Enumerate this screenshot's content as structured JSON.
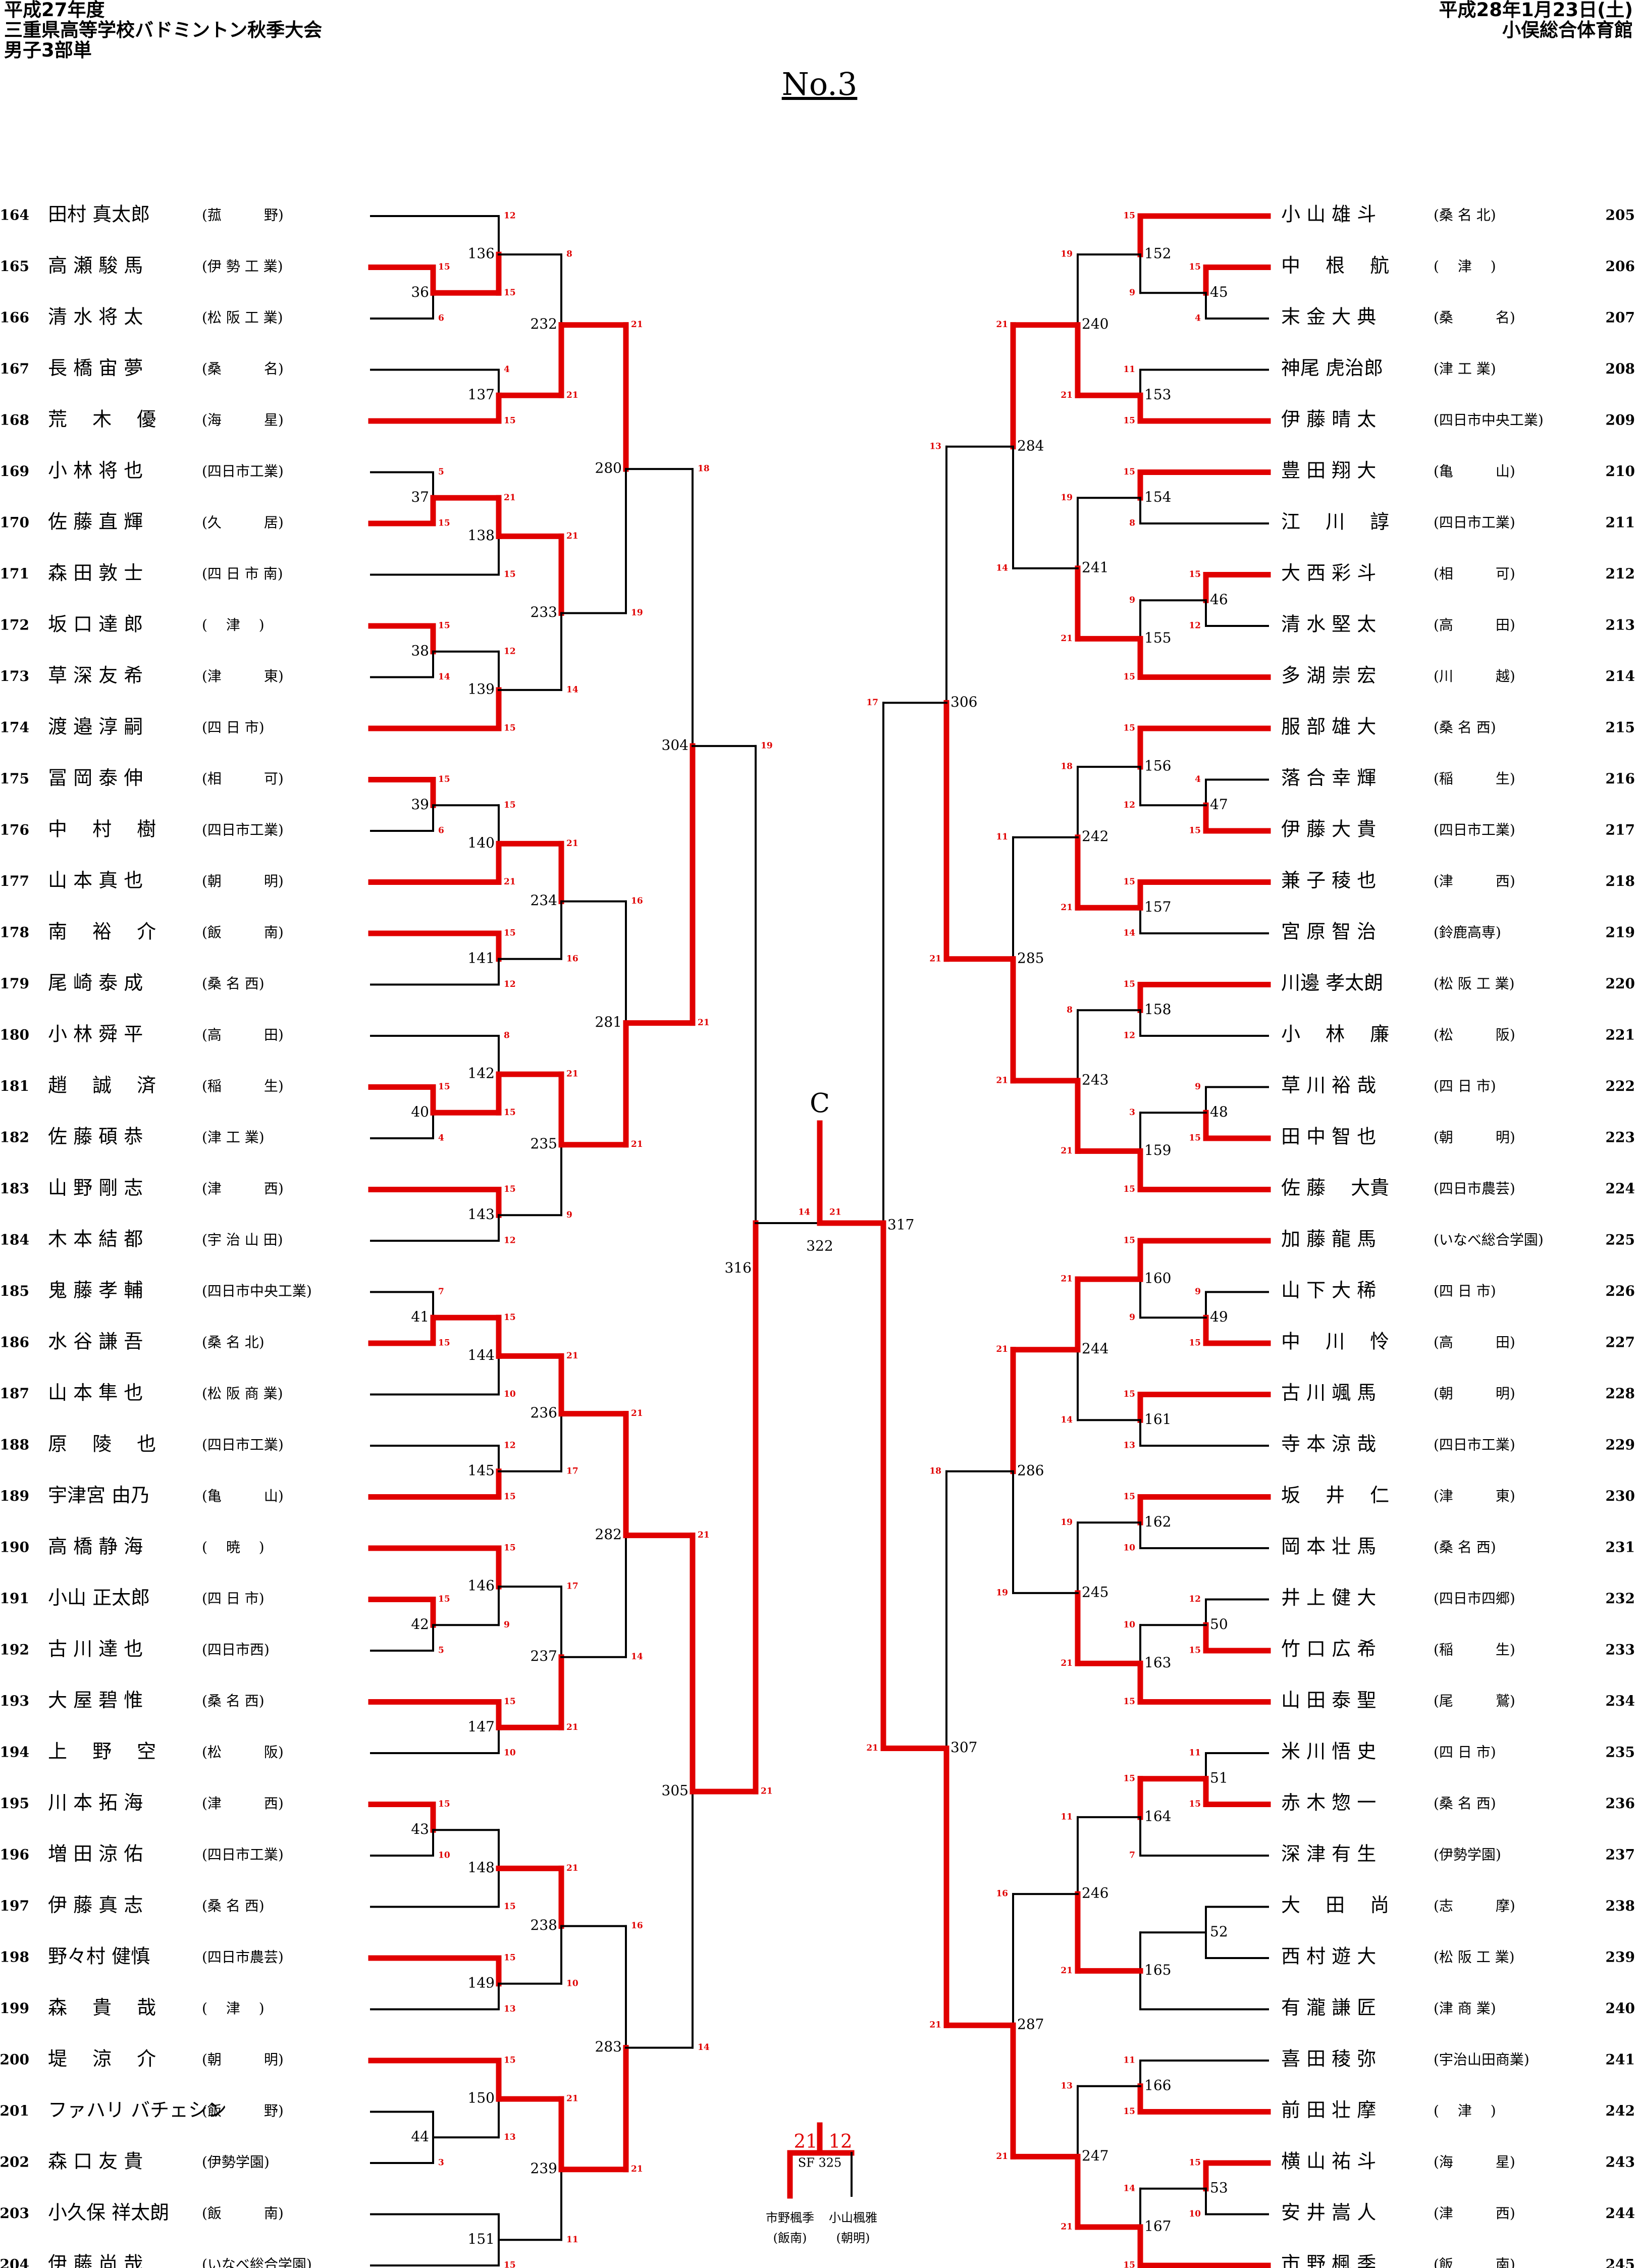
{
  "header": {
    "left": [
      "平成27年度",
      "三重県高等学校バドミントン秋季大会",
      "男子3部単"
    ],
    "right": [
      "平成28年1月23日(土)",
      "小俣総合体育館"
    ]
  },
  "title": "No.3",
  "colors": {
    "win": "#e00000",
    "line": "#000000"
  },
  "left_players": [
    [
      "164",
      "田村 真太郎",
      "菰　　　野"
    ],
    [
      "165",
      "高 瀬 駿 馬",
      "伊 勢 工 業"
    ],
    [
      "166",
      "清 水 将 太",
      "松 阪 工 業"
    ],
    [
      "167",
      "長 橋 宙 夢",
      "桑　　　名"
    ],
    [
      "168",
      "荒　 木　 優",
      "海　　　星"
    ],
    [
      "169",
      "小 林 将 也",
      "四日市工業"
    ],
    [
      "170",
      "佐 藤 直 輝",
      "久　　　居"
    ],
    [
      "171",
      "森 田 敦 士",
      "四 日 市 南"
    ],
    [
      "172",
      "坂 口 達 郎",
      "　 津 　"
    ],
    [
      "173",
      "草 深 友 希",
      "津　　　東"
    ],
    [
      "174",
      "渡 邉 淳 嗣",
      "四 日 市"
    ],
    [
      "175",
      "冨 岡 泰 伸",
      "相　　　可"
    ],
    [
      "176",
      "中　 村　 樹",
      "四日市工業"
    ],
    [
      "177",
      "山 本 真 也",
      "朝　　　明"
    ],
    [
      "178",
      "南　 裕　 介",
      "飯　　　南"
    ],
    [
      "179",
      "尾 崎 泰 成",
      "桑 名 西"
    ],
    [
      "180",
      "小 林 舜 平",
      "高　　　田"
    ],
    [
      "181",
      "趙　 誠　 済",
      "稲　　　生"
    ],
    [
      "182",
      "佐 藤 碩 恭",
      "津 工 業"
    ],
    [
      "183",
      "山 野 剛 志",
      "津　　　西"
    ],
    [
      "184",
      "木 本 結 都",
      "宇 治 山 田"
    ],
    [
      "185",
      "鬼 藤 孝 輔",
      "四日市中央工業"
    ],
    [
      "186",
      "水 谷 謙 吾",
      "桑 名 北"
    ],
    [
      "187",
      "山 本 隼 也",
      "松 阪 商 業"
    ],
    [
      "188",
      "原　 陵　 也",
      "四日市工業"
    ],
    [
      "189",
      "宇津宮 由乃",
      "亀　　　山"
    ],
    [
      "190",
      "高 橋 静 海",
      "　 暁 　"
    ],
    [
      "191",
      "小山 正太郎",
      "四 日 市"
    ],
    [
      "192",
      "古 川 達 也",
      "四日市西"
    ],
    [
      "193",
      "大 屋 碧 惟",
      "桑 名 西"
    ],
    [
      "194",
      "上　 野　 空",
      "松　　　阪"
    ],
    [
      "195",
      "川 本 拓 海",
      "津　　　西"
    ],
    [
      "196",
      "増 田 涼 佑",
      "四日市工業"
    ],
    [
      "197",
      "伊 藤 真 志",
      "桑 名 西"
    ],
    [
      "198",
      "野々村 健慎",
      "四日市農芸"
    ],
    [
      "199",
      "森　 貴　 哉",
      "　 津 　"
    ],
    [
      "200",
      "堤　 涼　 介",
      "朝　　　明"
    ],
    [
      "201",
      "ファハリ バチェシン",
      "飯　　　野"
    ],
    [
      "202",
      "森 口 友 貴",
      "伊勢学園"
    ],
    [
      "203",
      "小久保 祥太朗",
      "飯　　　南"
    ],
    [
      "204",
      "伊 藤 尚 哉",
      "いなべ総合学園"
    ]
  ],
  "right_players": [
    [
      "205",
      "小 山 雄 斗",
      "桑 名 北"
    ],
    [
      "206",
      "中　 根　 航",
      "　 津 　"
    ],
    [
      "207",
      "末 金 大 典",
      "桑　　　名"
    ],
    [
      "208",
      "神尾 虎治郎",
      "津 工 業"
    ],
    [
      "209",
      "伊 藤 晴 太",
      "四日市中央工業"
    ],
    [
      "210",
      "豊 田 翔 大",
      "亀　　　山"
    ],
    [
      "211",
      "江　 川　 諄",
      "四日市工業"
    ],
    [
      "212",
      "大 西 彩 斗",
      "相　　　可"
    ],
    [
      "213",
      "清 水 堅 太",
      "高　　　田"
    ],
    [
      "214",
      "多 湖 崇 宏",
      "川　　　越"
    ],
    [
      "215",
      "服 部 雄 大",
      "桑 名 西"
    ],
    [
      "216",
      "落 合 幸 輝",
      "稲　　　生"
    ],
    [
      "217",
      "伊 藤 大 貴",
      "四日市工業"
    ],
    [
      "218",
      "兼 子 稜 也",
      "津　　　西"
    ],
    [
      "219",
      "宮 原 智 治",
      "鈴鹿高専"
    ],
    [
      "220",
      "川邊 孝太朗",
      "松 阪 工 業"
    ],
    [
      "221",
      "小　 林　 廉",
      "松　　　阪"
    ],
    [
      "222",
      "草 川 裕 哉",
      "四 日 市"
    ],
    [
      "223",
      "田 中 智 也",
      "朝　　　明"
    ],
    [
      "224",
      "佐 藤　 大貴",
      "四日市農芸"
    ],
    [
      "225",
      "加 藤 龍 馬",
      "いなべ総合学園"
    ],
    [
      "226",
      "山 下 大 稀",
      "四 日 市"
    ],
    [
      "227",
      "中　 川　 怜",
      "高　　　田"
    ],
    [
      "228",
      "古 川 颯 馬",
      "朝　　　明"
    ],
    [
      "229",
      "寺 本 涼 哉",
      "四日市工業"
    ],
    [
      "230",
      "坂　 井　 仁",
      "津　　　東"
    ],
    [
      "231",
      "岡 本 壮 馬",
      "桑 名 西"
    ],
    [
      "232",
      "井 上 健 大",
      "四日市四郷"
    ],
    [
      "233",
      "竹 口 広 希",
      "稲　　　生"
    ],
    [
      "234",
      "山 田 泰 聖",
      "尾　　　鷲"
    ],
    [
      "235",
      "米 川 悟 史",
      "四 日 市"
    ],
    [
      "236",
      "赤 木 惣 一",
      "桑 名 西"
    ],
    [
      "237",
      "深 津 有 生",
      "伊勢学園"
    ],
    [
      "238",
      "大　 田　 尚",
      "志　　　摩"
    ],
    [
      "239",
      "西 村 遊 大",
      "松 阪 工 業"
    ],
    [
      "240",
      "有 瀧 謙 匠",
      "津 商 業"
    ],
    [
      "241",
      "喜 田 稜 弥",
      "宇治山田商業"
    ],
    [
      "242",
      "前 田 壮 摩",
      "　 津 　"
    ],
    [
      "243",
      "横 山 祐 斗",
      "海　　　星"
    ],
    [
      "244",
      "安 井 嵩 人",
      "津　　　西"
    ],
    [
      "245",
      "市 野 楓 季",
      "飯　　　南"
    ]
  ],
  "left_r1": [
    [
      "36",
      "15",
      "6"
    ],
    [
      "37",
      "5",
      "15"
    ],
    [
      "38",
      "15",
      "14"
    ],
    [
      "39",
      "15",
      "6"
    ],
    [
      "40",
      "15",
      "4"
    ],
    [
      "41",
      "7",
      "15"
    ],
    [
      "42",
      "15",
      "5"
    ],
    [
      "43",
      "15",
      "10"
    ],
    [
      "44",
      "",
      "3"
    ]
  ],
  "left_r2": [
    [
      "136",
      "12",
      "15"
    ],
    [
      "137",
      "4",
      "15"
    ],
    [
      "138",
      "21",
      "15"
    ],
    [
      "139",
      "12",
      "15"
    ],
    [
      "140",
      "15",
      "21"
    ],
    [
      "141",
      "15",
      "12"
    ],
    [
      "142",
      "8",
      "15"
    ],
    [
      "143",
      "15",
      "12"
    ],
    [
      "144",
      "15",
      "10"
    ],
    [
      "145",
      "12",
      "15"
    ],
    [
      "146",
      "15",
      "9"
    ],
    [
      "147",
      "15",
      "10"
    ],
    [
      "148",
      "",
      "15"
    ],
    [
      "149",
      "15",
      "13"
    ],
    [
      "150",
      "15",
      "13"
    ],
    [
      "151",
      "",
      "15"
    ]
  ],
  "left_r3": [
    [
      "232",
      "8",
      "21"
    ],
    [
      "233",
      "21",
      "14"
    ],
    [
      "234",
      "21",
      "16"
    ],
    [
      "235",
      "21",
      "9"
    ],
    [
      "236",
      "21",
      "17"
    ],
    [
      "237",
      "17",
      "21"
    ],
    [
      "238",
      "21",
      "10"
    ],
    [
      "239",
      "21",
      "11"
    ]
  ],
  "left_r4": [
    [
      "280",
      "21",
      "19"
    ],
    [
      "281",
      "16",
      "21"
    ],
    [
      "282",
      "21",
      "14"
    ],
    [
      "283",
      "16",
      "21"
    ]
  ],
  "left_r5": [
    [
      "304",
      "18",
      "21"
    ],
    [
      "305",
      "21",
      "14"
    ]
  ],
  "left_r6": [
    [
      "316",
      "19",
      "21"
    ]
  ],
  "right_r1": [
    [
      "45",
      "15",
      "4"
    ],
    [
      "46",
      "15",
      "12"
    ],
    [
      "47",
      "4",
      "15"
    ],
    [
      "48",
      "9",
      "15"
    ],
    [
      "49",
      "9",
      "15"
    ],
    [
      "50",
      "12",
      "15"
    ],
    [
      "51",
      "11",
      "15"
    ],
    [
      "52",
      "",
      ""
    ],
    [
      "53",
      "15",
      "10"
    ]
  ],
  "right_r2": [
    [
      "152",
      "15",
      "9"
    ],
    [
      "153",
      "11",
      "15"
    ],
    [
      "154",
      "15",
      "8"
    ],
    [
      "155",
      "9",
      "15"
    ],
    [
      "156",
      "15",
      "12"
    ],
    [
      "157",
      "15",
      "14"
    ],
    [
      "158",
      "15",
      "12"
    ],
    [
      "159",
      "3",
      "15"
    ],
    [
      "160",
      "15",
      "9"
    ],
    [
      "161",
      "15",
      "13"
    ],
    [
      "162",
      "15",
      "10"
    ],
    [
      "163",
      "10",
      "15"
    ],
    [
      "164",
      "15",
      "7"
    ],
    [
      "165",
      "",
      ""
    ],
    [
      "166",
      "11",
      "15"
    ],
    [
      "167",
      "14",
      "15"
    ]
  ],
  "right_r3": [
    [
      "240",
      "19",
      "21"
    ],
    [
      "241",
      "19",
      "21"
    ],
    [
      "242",
      "18",
      "21"
    ],
    [
      "243",
      "8",
      "21"
    ],
    [
      "244",
      "21",
      "14"
    ],
    [
      "245",
      "19",
      "21"
    ],
    [
      "246",
      "11",
      "21"
    ],
    [
      "247",
      "13",
      "21"
    ]
  ],
  "right_r4": [
    [
      "284",
      "21",
      "14"
    ],
    [
      "285",
      "11",
      "21"
    ],
    [
      "286",
      "21",
      "19"
    ],
    [
      "287",
      "16",
      "21"
    ]
  ],
  "right_r5": [
    [
      "306",
      "13",
      "21"
    ],
    [
      "307",
      "18",
      "21"
    ]
  ],
  "right_r6": [
    [
      "317",
      "17",
      "21"
    ]
  ],
  "final": {
    "match": "322",
    "label": "C",
    "score_left": "14",
    "score_right": "21"
  },
  "third_place": {
    "match": "SF 325",
    "score_left": "21",
    "score_right": "12",
    "player_left": "市野楓季",
    "school_left": "(飯南)",
    "player_right": "小山楓雅",
    "school_right": "(朝明)"
  }
}
